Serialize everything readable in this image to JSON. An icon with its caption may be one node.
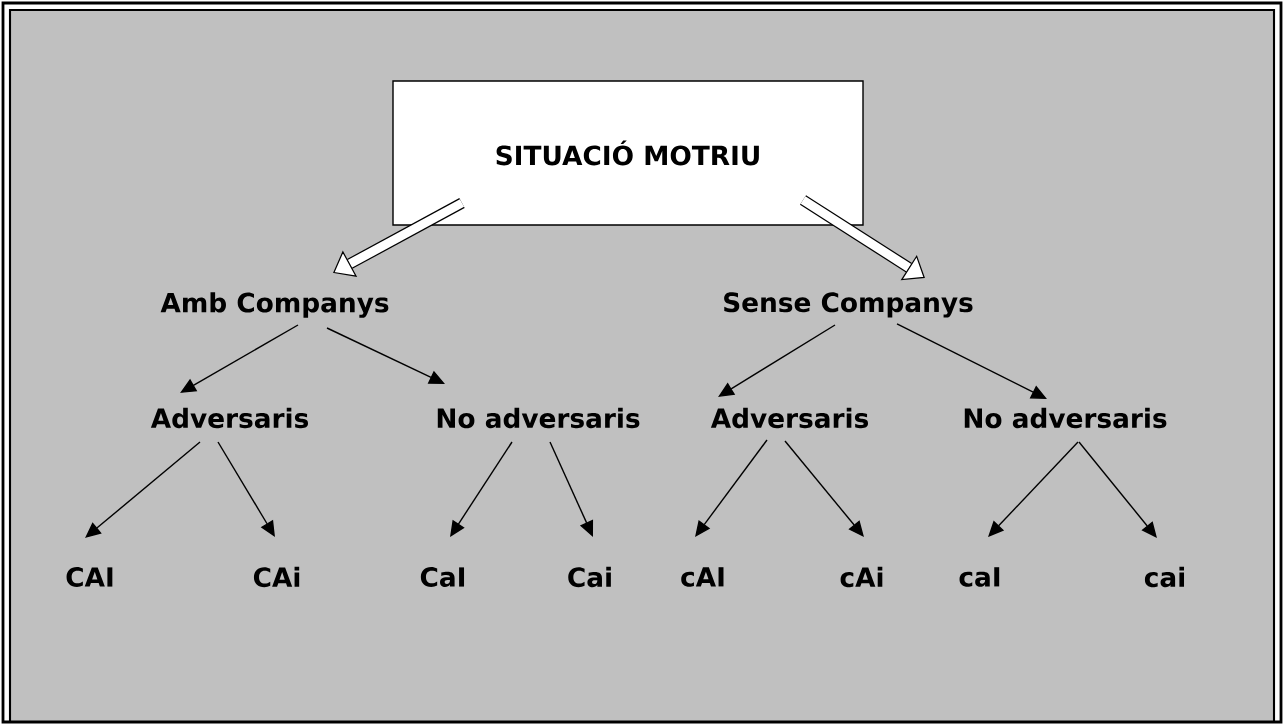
{
  "diagram": {
    "nodes": [
      {
        "text": [
          "SITUACIÓ MOTRIU"
        ]
      },
      {
        "text": [
          "Amb Companys"
        ]
      },
      {
        "text": [
          "Sense Companys"
        ]
      },
      {
        "text": [
          "Adversaris"
        ]
      },
      {
        "text": [
          "No adversaris"
        ]
      },
      {
        "text": [
          "Adversaris"
        ]
      },
      {
        "text": [
          "No adversaris"
        ]
      },
      {
        "text": [
          "CAI"
        ]
      },
      {
        "text": [
          "CAi"
        ]
      },
      {
        "text": [
          "CaI"
        ]
      },
      {
        "text": [
          "Cai"
        ]
      },
      {
        "text": [
          "cAI"
        ]
      },
      {
        "text": [
          "cAi"
        ]
      },
      {
        "text": [
          "caI"
        ]
      },
      {
        "text": [
          "cai"
        ]
      }
    ],
    "edges": [
      {
        "from": 0,
        "to": 1,
        "arrow": "to",
        "style": "thick"
      },
      {
        "from": 0,
        "to": 2,
        "arrow": "to",
        "style": "thick"
      },
      {
        "from": 1,
        "to": 3,
        "arrow": "to"
      },
      {
        "from": 1,
        "to": 4,
        "arrow": "to"
      },
      {
        "from": 2,
        "to": 5,
        "arrow": "to"
      },
      {
        "from": 2,
        "to": 6,
        "arrow": "to"
      },
      {
        "from": 3,
        "to": 7,
        "arrow": "to"
      },
      {
        "from": 3,
        "to": 8,
        "arrow": "to"
      },
      {
        "from": 4,
        "to": 9,
        "arrow": "to"
      },
      {
        "from": 4,
        "to": 10,
        "arrow": "to"
      },
      {
        "from": 5,
        "to": 11,
        "arrow": "to"
      },
      {
        "from": 5,
        "to": 12,
        "arrow": "to"
      },
      {
        "from": 6,
        "to": 13,
        "arrow": "to"
      },
      {
        "from": 6,
        "to": 14,
        "arrow": "to"
      }
    ]
  }
}
